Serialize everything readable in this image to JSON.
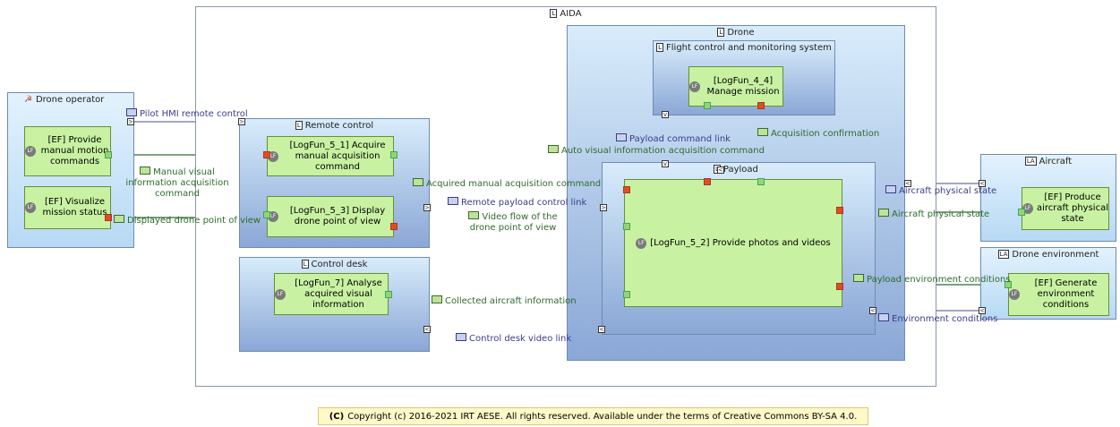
{
  "outer_title": "AIDA",
  "boxes": {
    "drone_operator": "Drone operator",
    "remote_control": "Remote control",
    "control_desk": "Control desk",
    "drone": "Drone",
    "fcms": "Flight control and monitoring system",
    "payload": "Payload",
    "aircraft": "Aircraft",
    "drone_environment": "Drone environment"
  },
  "tags": {
    "logical": "L",
    "actor": "LA",
    "function": "LF"
  },
  "functions": {
    "ef_manual": "[EF] Provide manual motion commands",
    "ef_visualize": "[EF] Visualize mission status",
    "lf_5_1": "[LogFun_5_1] Acquire manual acquisition command",
    "lf_5_3": "[LogFun_5_3] Display drone point of view",
    "lf_7": "[LogFun_7] Analyse acquired visual information",
    "lf_4_4": "[LogFun_4_4] Manage mission",
    "lf_5_2": "[LogFun_5_2] Provide photos and videos",
    "ef_aircraft": "[EF] Produce aircraft physical state",
    "ef_env": "[EF] Generate environment conditions"
  },
  "edges": {
    "pilot_hmi": "Pilot HMI remote control",
    "manual_visual": "Manual visual information acquisition command",
    "displayed_pov": "Displayed drone point of view",
    "payload_cmd_link": "Payload command link",
    "acq_confirm": "Acquisition confirmation",
    "auto_visual": "Auto visual information acquisition command",
    "acquired_manual": "Acquired manual acquisition command",
    "remote_payload_link": "Remote payload control link",
    "video_flow": "Video flow of the drone point of view",
    "collected_aircraft": "Collected aircraft information",
    "control_desk_video": "Control desk video link",
    "aircraft_state_1": "Aircraft physical state",
    "aircraft_state_2": "Aircraft physical state",
    "payload_env": "Payload environment conditions",
    "env_conditions": "Environment conditions"
  },
  "copyright": "Copyright (c) 2016-2021 IRT AESE. All rights reserved. Available under the terms of Creative Commons BY-SA 4.0.",
  "copyright_icon": "(C)",
  "colors": {
    "exchange_green": "#2e6b37",
    "component_exchange_blue": "#3c3c8a",
    "allocation_dashed_green": "#1f6b55",
    "allocation_dashed_orange": "#e08a2a",
    "function_fill": "#c8f2a2"
  }
}
